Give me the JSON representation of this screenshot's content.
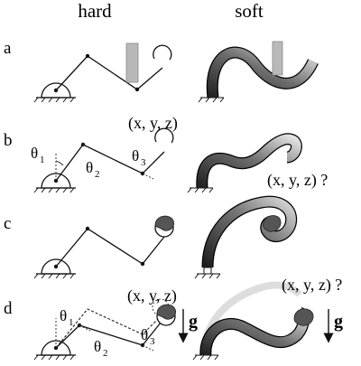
{
  "columns": {
    "hard": "hard",
    "soft": "soft"
  },
  "rows": [
    "a",
    "b",
    "c",
    "d"
  ],
  "angles": {
    "t1": "θ",
    "s1": "1",
    "t2": "θ",
    "s2": "2",
    "t3": "θ",
    "s3": "3"
  },
  "coords": {
    "known": "(x, y, z)",
    "unknown": "(x, y, z) ?"
  },
  "gravity": "g",
  "colors": {
    "line": "#111111",
    "soft_dark": "#262626",
    "soft_light": "#d8d8d8",
    "obstacle": "#b9b9b9",
    "ghost": "#e4e4e4",
    "object": "#555555"
  }
}
